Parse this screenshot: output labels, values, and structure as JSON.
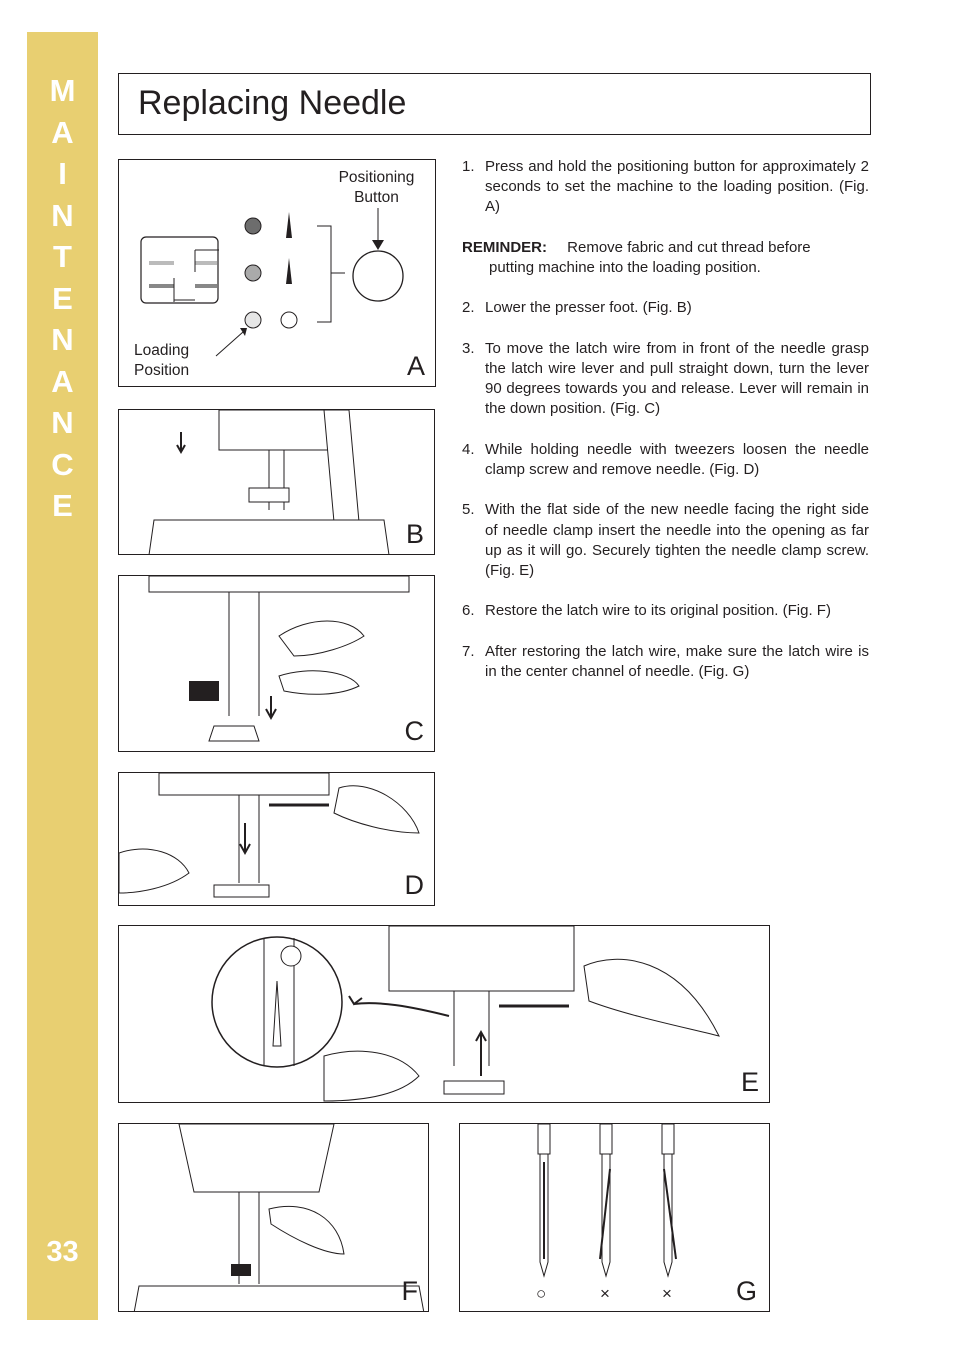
{
  "sidebar": {
    "letters": [
      "M",
      "A",
      "I",
      "N",
      "T",
      "E",
      "N",
      "A",
      "N",
      "C",
      "E"
    ],
    "page_number": "33"
  },
  "title": "Replacing Needle",
  "figures": {
    "a": {
      "letter": "A",
      "positioning_button": "Positioning\nButton",
      "loading_position": "Loading\nPosition"
    },
    "b": {
      "letter": "B"
    },
    "c": {
      "letter": "C"
    },
    "d": {
      "letter": "D"
    },
    "e": {
      "letter": "E"
    },
    "f": {
      "letter": "F"
    },
    "g": {
      "letter": "G",
      "marks": [
        "○",
        "×",
        "×"
      ]
    }
  },
  "steps": [
    {
      "num": "1.",
      "text": "Press and hold the positioning button for approximately 2 seconds to set the machine to the loading position. (Fig. A)"
    },
    {
      "num": "2.",
      "text": "Lower the presser foot. (Fig. B)"
    },
    {
      "num": "3.",
      "text": "To move the latch wire from in front of the needle grasp the latch wire lever and pull straight down, turn the lever 90 degrees towards you and release. Lever will remain in the down position. (Fig. C)"
    },
    {
      "num": "4.",
      "text": "While holding needle with tweezers loosen the needle clamp screw and remove needle. (Fig. D)"
    },
    {
      "num": "5.",
      "text": "With the flat side of the new needle facing the right side of needle clamp insert the needle into the opening as far up as it will go. Securely tighten the needle clamp screw. (Fig. E)"
    },
    {
      "num": "6.",
      "text": "Restore the latch wire to its original position. (Fig. F)"
    },
    {
      "num": "7.",
      "text": "After restoring the latch wire, make sure the latch wire is in the center channel of needle. (Fig. G)"
    }
  ],
  "reminder": {
    "label": "REMINDER:",
    "text_first": "Remove fabric and cut thread before",
    "text_second": "putting machine into the loading position."
  }
}
